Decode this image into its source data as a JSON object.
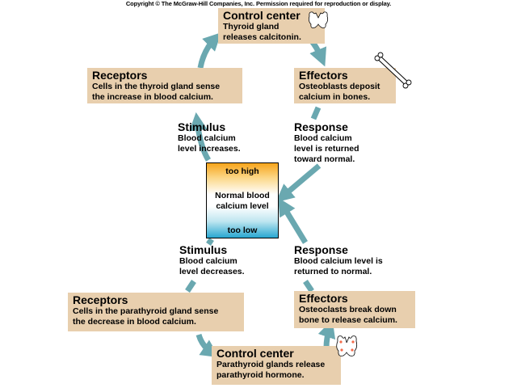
{
  "copyright": "Copyright © The McGraw-Hill Companies, Inc. Permission required for reproduction or display.",
  "top_loop": {
    "control_center": {
      "title": "Control center",
      "line1": "Thyroid gland",
      "line2": "releases calcitonin.",
      "icon": "thyroid-gland-icon"
    },
    "receptors": {
      "title": "Receptors",
      "line1": "Cells in the thyroid gland sense",
      "line2": "the increase in blood calcium."
    },
    "effectors": {
      "title": "Effectors",
      "line1": "Osteoblasts deposit",
      "line2": "calcium in bones.",
      "icon": "bone-icon"
    },
    "stimulus": {
      "title": "Stimulus",
      "line1": "Blood calcium",
      "line2": "level increases."
    },
    "response": {
      "title": "Response",
      "line1": "Blood calcium",
      "line2": "level is returned",
      "line3": "toward normal."
    }
  },
  "level_box": {
    "top": "too high",
    "middle1": "Normal blood",
    "middle2": "calcium level",
    "bottom": "too low"
  },
  "bottom_loop": {
    "stimulus": {
      "title": "Stimulus",
      "line1": "Blood calcium",
      "line2": "level decreases."
    },
    "response": {
      "title": "Response",
      "line1": "Blood calcium level is",
      "line2": "returned to normal."
    },
    "receptors": {
      "title": "Receptors",
      "line1": "Cells in the parathyroid gland sense",
      "line2": "the decrease in blood calcium."
    },
    "effectors": {
      "title": "Effectors",
      "line1": "Osteoclasts break down",
      "line2": "bone to release calcium."
    },
    "control_center": {
      "title": "Control center",
      "line1": "Parathyroid glands release",
      "line2": "parathyroid hormone.",
      "icon": "parathyroid-gland-icon"
    }
  },
  "colors": {
    "box": "#e8cfae",
    "arrow": "#6aa8b0",
    "too_high": "#f7a51b",
    "too_low": "#28a7d1"
  }
}
